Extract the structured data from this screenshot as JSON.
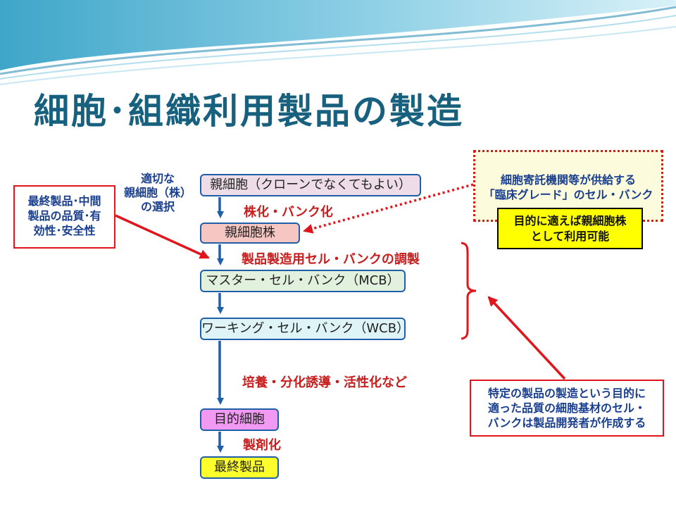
{
  "title": "細胞･組織利用製品の製造",
  "flow": {
    "parent_cell": "親細胞（クローンでなくてもよい）",
    "parent_stock": "親細胞株",
    "mcb": "マスター・セル・バンク（MCB）",
    "wcb": "ワーキング・セル・バンク（WCB）",
    "target_cell": "目的細胞",
    "final_product": "最終製品"
  },
  "steps": {
    "stocking": "株化・バンク化",
    "bank_prep": "製品製造用セル・バンクの調製",
    "culture": "培養・分化誘導・活性化など",
    "formulation": "製剤化"
  },
  "select_note": [
    "適切な",
    "親細胞（株）",
    "の選択"
  ],
  "quality_note": [
    "最終製品･中間",
    "製品の品質･有",
    "効性･安全性"
  ],
  "clinical_note": [
    "細胞寄託機関等が供給する",
    "「臨床グレード」のセル・バンク"
  ],
  "usable_note": [
    "目的に適えば親細胞株",
    "として利用可能"
  ],
  "developer_note": [
    "特定の製品の製造という目的に",
    "適った品質の細胞基材のセル・",
    "バンクは製品開発者が作成する"
  ],
  "colors": {
    "title": "#17607e",
    "flow_border": "#1f5fa8",
    "arrow_blue": "#1f5fa8",
    "red": "#e0161c",
    "note_text": "#1a3f8f"
  }
}
